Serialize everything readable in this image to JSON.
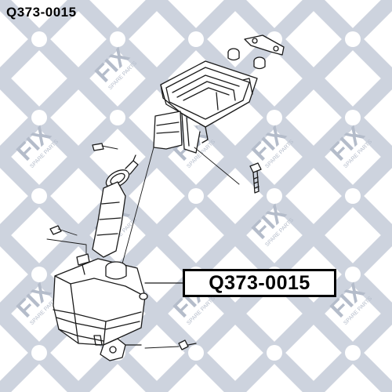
{
  "header": {
    "part_code": "Q373-0015"
  },
  "callout": {
    "part_code": "Q373-0015"
  },
  "watermark": {
    "brand": "FIX",
    "tagline": "SPARE PARTS"
  },
  "colors": {
    "watermark": "#b4bcca",
    "line": "#1a1a1a",
    "text": "#000000"
  }
}
